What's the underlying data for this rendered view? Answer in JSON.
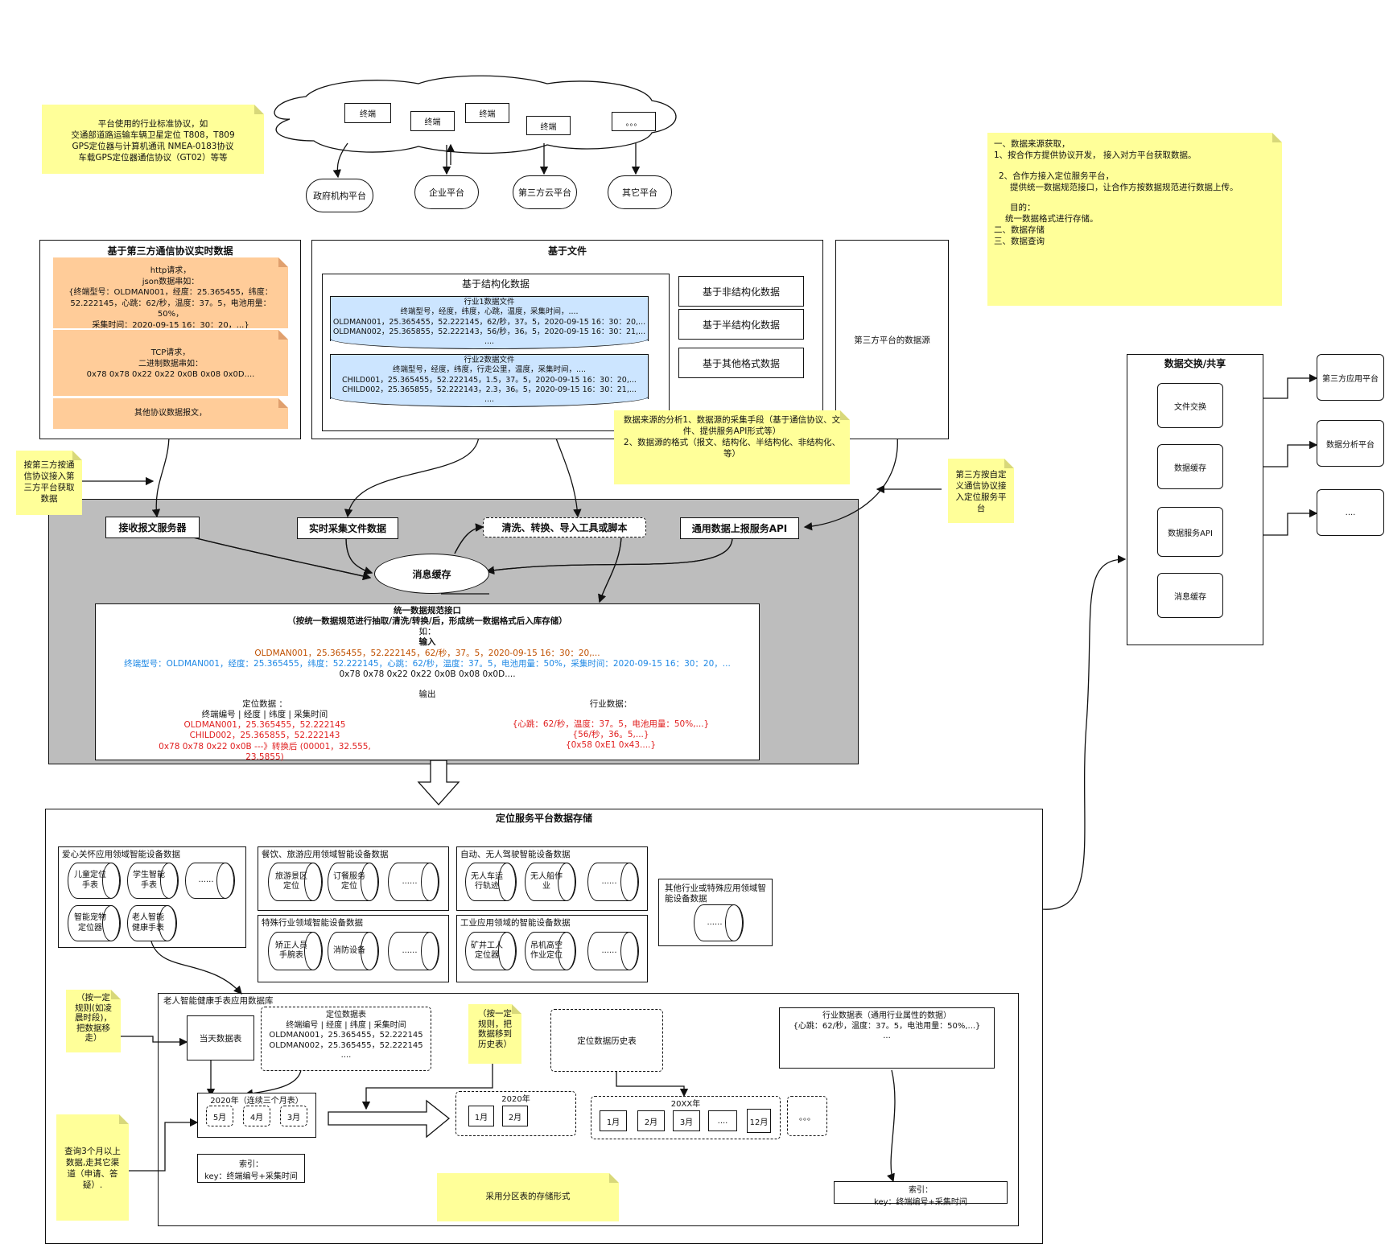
{
  "colors": {
    "note_yellow": "#ffff99",
    "note_orange": "#ffcc99",
    "doc_blue": "#cce5ff",
    "gray_panel": "#bdbdbd",
    "red": "#e02020",
    "orange": "#c05000",
    "blue": "#1e88e5"
  },
  "note_protocols": [
    "平台使用的行业标准协议，如",
    "交通部道路运输车辆卫星定位 T808，T809",
    "GPS定位器与计算机通讯 NMEA-0183协议",
    "车载GPS定位器通信协议（GT02）等等"
  ],
  "cloud": {
    "terminals": [
      "终端",
      "终端",
      "终端",
      "终端",
      "。。。"
    ]
  },
  "platforms": [
    "政府机构平台",
    "企业平台",
    "第三方云平台",
    "其它平台"
  ],
  "note_sources": [
    "一、数据来源获取，",
    "1、按合作方提供协议开发， 接入对方平台获取数据。",
    "",
    "2、合作方接入定位服务平台，",
    "提供统一数据规范接口，让合作方按数据规范进行数据上传。",
    "",
    "目的：",
    "统一数据格式进行存储。",
    "二、数据存储",
    "三、数据查询"
  ],
  "panel1": {
    "title": "基于第三方通信协议实时数据",
    "http": [
      "http请求，",
      "json数据串如：",
      "{终端型号：OLDMAN001，经度：25.365455，纬度：",
      "52.222145，心跳：62/秒，温度：37。5，电池用量：50%，",
      "采集时间：2020-09-15 16：30：20，...}"
    ],
    "tcp": [
      "TCP请求，",
      "二进制数据串如：",
      "0x78 0x78 0x22 0x22 0x0B 0x08 0x0D...."
    ],
    "other": "其他协议数据报文，"
  },
  "panel2": {
    "title": "基于文件",
    "struct_title": "基于结构化数据",
    "doc1": [
      "行业1数据文件",
      "终端型号，经度，纬度，心跳，温度，采集时间，....",
      "OLDMAN001，25.365455，52.222145，62/秒，37。5，2020-09-15 16：30：20,...",
      "OLDMAN002，25.365855，52.222143，56/秒，36。5，2020-09-15 16：30：21,...",
      "...."
    ],
    "doc2": [
      "行业2数据文件",
      "终端型号，经度，纬度，行走公里，温度，采集时间，....",
      "CHILD001，25.365455，52.222145，1.5，37。5，2020-09-15 16：30：20,...",
      "CHILD002，25.365855，52.222143，2.3，36。5，2020-09-15 16：30：21,...",
      "...."
    ],
    "unstruct": "基于非结构化数据",
    "semi": "基于半结构化数据",
    "other": "基于其他格式数据"
  },
  "panel3": {
    "label": "第三方平台的数据源"
  },
  "note_analysis": [
    "数据来源的分析1、数据源的采集手段（基于通信协议、文",
    "件、提供服务API形式等）",
    "2、数据源的格式（报文、结构化、半结构化、非结构化、",
    "等）"
  ],
  "note_left_access": [
    "按第三方按通",
    "信协议接入第",
    "三方平台获取",
    "数据"
  ],
  "note_right_access": [
    "第三方按自定",
    "义通信协议接",
    "入定位服务平",
    "台"
  ],
  "gray": {
    "receive": "接收报文服务器",
    "realtime": "实时采集文件数据",
    "clean": "清洗、转换、导入工具或脚本",
    "api": "通用数据上报服务API",
    "cache": "消息缓存"
  },
  "unified": {
    "title": "统一数据规范接口",
    "subtitle": "（按统一数据规范进行抽取/清洗/转换/后，形成统一数据格式后入库存储）",
    "eg": "如：",
    "input": "输入",
    "in1": "OLDMAN001，25.365455，52.222145，62/秒，37。5，2020-09-15 16：30：20,...",
    "in2": "终端型号：OLDMAN001，经度：25.365455，纬度：52.222145，心跳：62/秒，温度：37。5，电池用量：50%，采集时间：2020-09-15 16：30：20，...",
    "in3": "0x78 0x78 0x22 0x22 0x0B 0x08 0x0D....",
    "output": "输出",
    "pos_title": "定位数据 ：",
    "pos_head": "终端编号 | 经度 | 纬度 | 采集时间",
    "pos_rows": [
      "OLDMAN001，25.365455，52.222145",
      "CHILD002，25.365855，52.222143",
      "0x78 0x78 0x22 0x0B ---》转换后 (00001，32.555, 23.5855)"
    ],
    "ind_title": "行业数据：",
    "ind_rows": [
      "{心跳：62/秒，温度：37。5，电池用量：50%,...}",
      "{56/秒，36。5,...}",
      "{0x58 0xE1 0x43....}"
    ]
  },
  "exchange": {
    "title": "数据交换/共享",
    "items": [
      "文件交换",
      "数据缓存",
      "数据服务API",
      "消息缓存"
    ],
    "targets": [
      "第三方应用平台",
      "数据分析平台",
      "...."
    ]
  },
  "storage": {
    "title": "定位服务平台数据存储",
    "groups": [
      {
        "title": "爱心关怀应用领域智能设备数据",
        "items": [
          "儿童定位手表",
          "学生智能手表",
          "......",
          "智能宠物定位器",
          "老人智能健康手表"
        ]
      },
      {
        "title": "餐饮、旅游应用领域智能设备数据",
        "items": [
          "旅游景区定位",
          "订餐服务定位",
          "......"
        ]
      },
      {
        "title": "自动、无人驾驶智能设备数据",
        "items": [
          "无人车运行轨迹",
          "无人船作业",
          "......"
        ]
      },
      {
        "title": "特殊行业领域智能设备数据",
        "items": [
          "矫正人员手腕表",
          "消防设备",
          "......"
        ]
      },
      {
        "title": "工业应用领域的智能设备数据",
        "items": [
          "矿井工人定位器",
          "吊机高空作业定位",
          "......"
        ]
      },
      {
        "title": "其他行业或特殊应用领域智能设备数据",
        "items": [
          "......"
        ]
      }
    ],
    "db_title": "老人智能健康手表应用数据库",
    "today": "当天数据表",
    "pos_table": [
      "定位数据表",
      "终端编号 | 经度 | 纬度 | 采集时间",
      "OLDMAN001，25.365455，52.222145",
      "OLDMAN002，25.365455，52.222145",
      "...."
    ],
    "history": "定位数据历史表",
    "industry_table": [
      "行业数据表（通用行业属性的数据）",
      "{心跳：62/秒，温度：37。5，电池用量：50%,...}",
      "..."
    ],
    "year_box": {
      "title": "2020年（连续三个月表）",
      "months": [
        "5月",
        "4月",
        "3月"
      ]
    },
    "hist2020": {
      "title": "2020年",
      "months": [
        "1月",
        "2月"
      ]
    },
    "histxx": {
      "title": "20XX年",
      "months": [
        "1月",
        "2月",
        "3月",
        "....",
        "12月"
      ],
      "more": "。。。"
    },
    "index1": [
      "索引：",
      "key：终端编号+采集时间"
    ],
    "index2": [
      "索引：",
      "key：终端编号+采集时间"
    ],
    "note_rule1": [
      "（按一定",
      "规则(如凌",
      "晨时段)，",
      "把数据移",
      "走）"
    ],
    "note_rule2": [
      "（按一定",
      "规则，把",
      "数据移到",
      "历史表）"
    ],
    "note_query": [
      "查询3个月以上",
      "数据,走其它渠",
      "道（申请、答",
      "疑）."
    ],
    "note_partition": "采用分区表的存储形式"
  }
}
